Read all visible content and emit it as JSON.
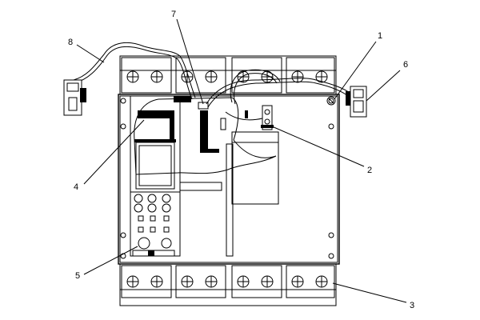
{
  "diagram": {
    "callouts": [
      {
        "id": "1",
        "label": "1"
      },
      {
        "id": "2",
        "label": "2"
      },
      {
        "id": "3",
        "label": "3"
      },
      {
        "id": "4",
        "label": "4"
      },
      {
        "id": "5",
        "label": "5"
      },
      {
        "id": "6",
        "label": "6"
      },
      {
        "id": "7",
        "label": "7"
      },
      {
        "id": "8",
        "label": "8"
      }
    ]
  },
  "colors": {
    "line": "#000000",
    "background": "#ffffff"
  }
}
